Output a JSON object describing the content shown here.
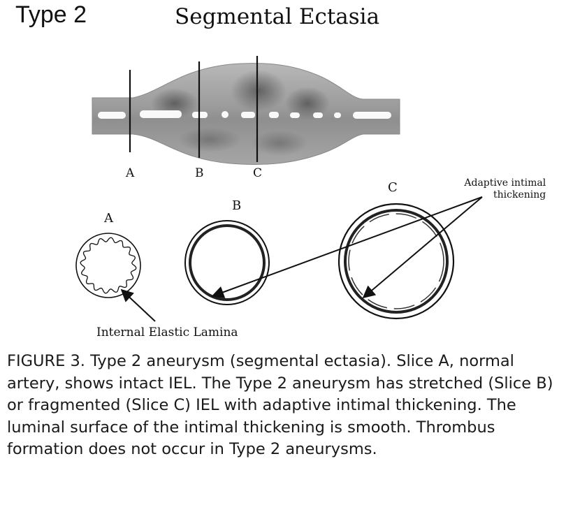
{
  "header": {
    "type_label": "Type 2",
    "title": "Segmental Ectasia"
  },
  "slices": {
    "vessel_labels": [
      "A",
      "B",
      "C"
    ],
    "cross_labels": [
      "A",
      "B",
      "C"
    ]
  },
  "annotations": {
    "adaptive_line1": "Adaptive intimal",
    "adaptive_line2": "thickening",
    "iel": "Internal Elastic Lamina"
  },
  "caption": {
    "label": "FIGURE 3.",
    "text": " Type 2 aneurysm (segmental ectasia). Slice A, normal artery, shows intact IEL. The Type 2 aneurysm has stretched (Slice B) or fragmented (Slice C) IEL with adaptive intimal thickening. The luminal surface of the intimal thickening is smooth. Thrombus formation does not occur in Type 2 aneurysms."
  }
}
